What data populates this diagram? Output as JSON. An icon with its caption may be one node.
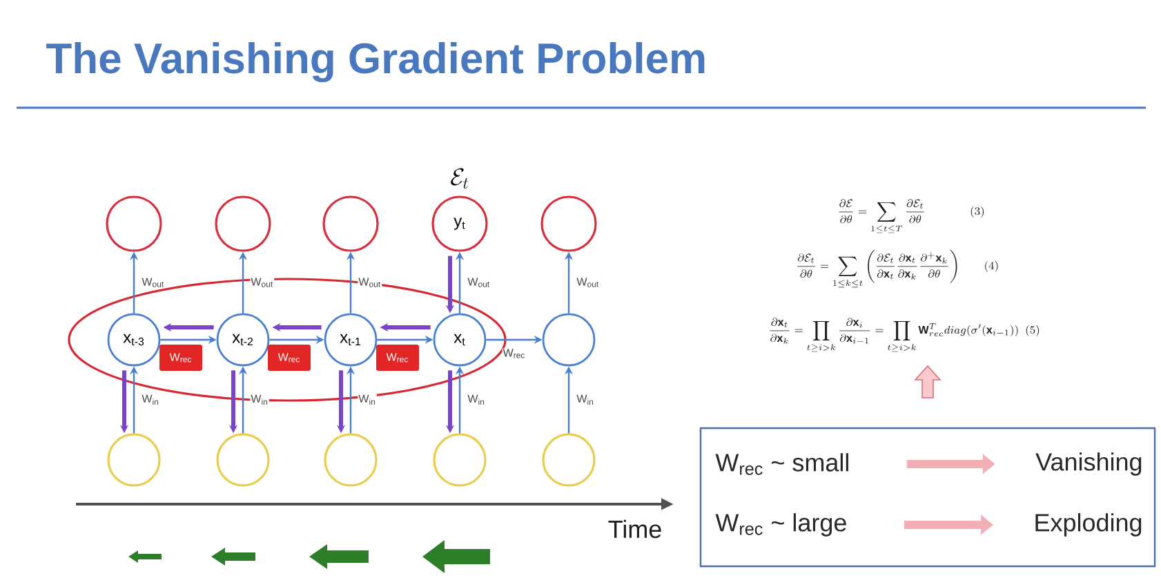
{
  "diagram": {
    "title": "The Vanishing Gradient Problem",
    "nodes": [
      {
        "text": [],
        "shape": "circle"
      },
      {
        "text": [],
        "shape": "circle"
      },
      {
        "text": [],
        "shape": "circle"
      },
      {
        "text": [
          "y$_{t}$"
        ],
        "beside": [
          "\\mathcal{E}_{t}"
        ]
      },
      {
        "text": [],
        "shape": "circle"
      },
      {
        "text": [
          "x$_{t-3}$"
        ]
      },
      {
        "text": [
          "x$_{t-2}$"
        ]
      },
      {
        "text": [
          "x$_{t-1}$"
        ]
      },
      {
        "text": [
          "x$_{t}$"
        ]
      },
      {
        "text": [],
        "shape": "circle"
      },
      {
        "text": [],
        "shape": "circle"
      },
      {
        "text": [],
        "shape": "circle"
      },
      {
        "text": [],
        "shape": "circle"
      },
      {
        "text": [],
        "shape": "circle"
      },
      {
        "text": [],
        "shape": "circle"
      },
      {
        "text": [
          "W$_{rec}$"
        ]
      },
      {
        "text": [
          "W$_{rec}$"
        ]
      },
      {
        "text": [
          "W$_{rec}$"
        ]
      },
      {
        "text": [],
        "shape": "box"
      },
      {
        "text": [
          "W$_{rec}$ ~ small"
        ],
        "in": 18
      },
      {
        "text": [
          "Vanishing"
        ],
        "in": 18
      },
      {
        "text": [
          "W$_{rec}$ ~ large"
        ],
        "in": 18
      },
      {
        "text": [
          "Exploding"
        ],
        "in": 18
      }
    ],
    "edges": [
      {
        "from": 10,
        "to": 5,
        "arrow": "to",
        "label": "W$_{in}$"
      },
      {
        "from": 11,
        "to": 6,
        "arrow": "to",
        "label": "W$_{in}$"
      },
      {
        "from": 12,
        "to": 7,
        "arrow": "to",
        "label": "W$_{in}$"
      },
      {
        "from": 13,
        "to": 8,
        "arrow": "to",
        "label": "W$_{in}$"
      },
      {
        "from": 14,
        "to": 9,
        "arrow": "to",
        "label": "W$_{in}$"
      },
      {
        "from": 5,
        "to": 0,
        "arrow": "to",
        "label": "W$_{out}$"
      },
      {
        "from": 6,
        "to": 1,
        "arrow": "to",
        "label": "W$_{out}$"
      },
      {
        "from": 7,
        "to": 2,
        "arrow": "to",
        "label": "W$_{out}$"
      },
      {
        "from": 8,
        "to": 3,
        "arrow": "to",
        "label": "W$_{out}$"
      },
      {
        "from": 9,
        "to": 4,
        "arrow": "to",
        "label": "W$_{out}$"
      },
      {
        "from": 5,
        "to": 6,
        "arrow": "to"
      },
      {
        "from": 6,
        "to": 7,
        "arrow": "to"
      },
      {
        "from": 7,
        "to": 8,
        "arrow": "to"
      },
      {
        "from": 8,
        "to": 9,
        "arrow": "to",
        "label": "W$_{rec}$"
      },
      {
        "from": 3,
        "to": 8,
        "arrow": "to",
        "style": "thick",
        "color": "#7a44c8"
      },
      {
        "from": 8,
        "to": 7,
        "arrow": "to",
        "style": "thick",
        "color": "#7a44c8"
      },
      {
        "from": 7,
        "to": 6,
        "arrow": "to",
        "style": "thick",
        "color": "#7a44c8"
      },
      {
        "from": 6,
        "to": 5,
        "arrow": "to",
        "style": "thick",
        "color": "#7a44c8"
      },
      {
        "from": 5,
        "to": 10,
        "arrow": "to",
        "style": "thick",
        "color": "#7a44c8"
      },
      {
        "from": 6,
        "to": 11,
        "arrow": "to",
        "style": "thick",
        "color": "#7a44c8"
      },
      {
        "from": 7,
        "to": 12,
        "arrow": "to",
        "style": "thick",
        "color": "#7a44c8"
      },
      {
        "from": 8,
        "to": 13,
        "arrow": "to",
        "style": "thick",
        "color": "#7a44c8"
      },
      {
        "from": 19,
        "to": 20,
        "arrow": "to",
        "style": "thick",
        "color": "#f2b0b4"
      },
      {
        "from": 21,
        "to": 22,
        "arrow": "to",
        "style": "thick",
        "color": "#f2b0b4"
      }
    ],
    "labels": [
      "\\frac{\\partial \\mathcal{E}}{\\partial \\theta} = \\sum_{1\\leq t\\leq T} \\frac{\\partial \\mathcal{E}_t}{\\partial \\theta} \\qquad\\qquad (3)",
      "\\frac{\\partial \\mathcal{E}_t}{\\partial \\theta} = \\sum_{1\\leq k\\leq t} \\left( \\frac{\\partial \\mathcal{E}_t}{\\partial \\mathbf{x}_t} \\frac{\\partial \\mathbf{x}_t}{\\partial \\mathbf{x}_k} \\frac{\\partial^{+} \\mathbf{x}_k}{\\partial \\theta} \\right) \\qquad (4)",
      "\\frac{\\partial \\mathbf{x}_t}{\\partial \\mathbf{x}_k} = \\prod_{t\\geq i>k} \\frac{\\partial \\mathbf{x}_i}{\\partial \\mathbf{x}_{i-1}} = \\prod_{t\\geq i>k} \\mathbf{W}_{rec}^{T} diag(\\sigma'(\\mathbf{x}_{i-1}))\\ \\ (5)",
      "Time"
    ]
  }
}
